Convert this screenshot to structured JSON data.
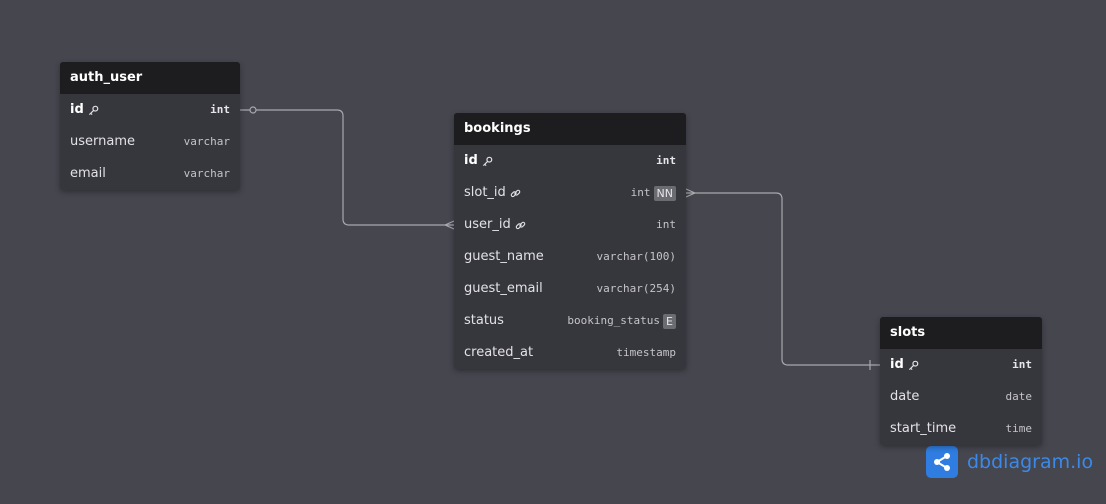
{
  "tables": [
    {
      "name": "auth_user",
      "fields": [
        {
          "name": "id",
          "type": "int",
          "pk": true
        },
        {
          "name": "username",
          "type": "varchar"
        },
        {
          "name": "email",
          "type": "varchar"
        }
      ]
    },
    {
      "name": "bookings",
      "fields": [
        {
          "name": "id",
          "type": "int",
          "pk": true
        },
        {
          "name": "slot_id",
          "type": "int",
          "fk": true,
          "badge": "NN"
        },
        {
          "name": "user_id",
          "type": "int",
          "fk": true
        },
        {
          "name": "guest_name",
          "type": "varchar(100)"
        },
        {
          "name": "guest_email",
          "type": "varchar(254)"
        },
        {
          "name": "status",
          "type": "booking_status",
          "badge": "E"
        },
        {
          "name": "created_at",
          "type": "timestamp"
        }
      ]
    },
    {
      "name": "slots",
      "fields": [
        {
          "name": "id",
          "type": "int",
          "pk": true
        },
        {
          "name": "date",
          "type": "date"
        },
        {
          "name": "start_time",
          "type": "time"
        }
      ]
    }
  ],
  "relationships": [
    {
      "from": "bookings.user_id",
      "to": "auth_user.id",
      "from_end": "many",
      "to_end": "zero-or-one"
    },
    {
      "from": "bookings.slot_id",
      "to": "slots.id",
      "from_end": "many",
      "to_end": "one"
    }
  ],
  "brand": {
    "name": "dbdiagram.io",
    "color": "#2f7de1"
  },
  "colors": {
    "background": "#46464f",
    "table_header": "#1d1d20",
    "table_body": "#36363d",
    "line": "#a8a8ae"
  }
}
